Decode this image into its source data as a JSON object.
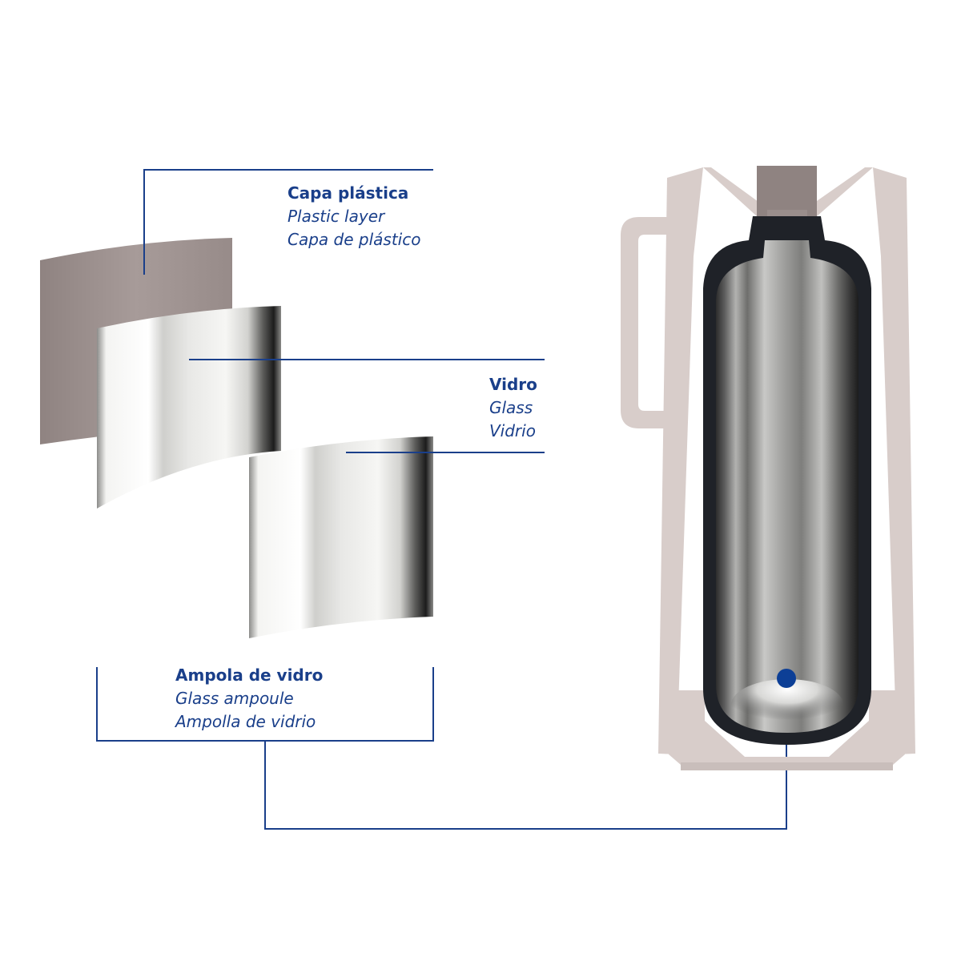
{
  "colors": {
    "label_text": "#1a3f8a",
    "leader_line": "#1a3f8a",
    "plastic": "#a49896",
    "plastic_light": "#d8cdca",
    "marker_dot": "#0d3f96"
  },
  "labels": {
    "plastic": {
      "title": "Capa plástica",
      "en": "Plastic layer",
      "es": "Capa de plástico"
    },
    "glass": {
      "title": "Vidro",
      "en": "Glass",
      "es": "Vidrio"
    },
    "ampoule": {
      "title": "Ampola de vidro",
      "en": "Glass ampoule",
      "es": "Ampolla de vidrio"
    }
  }
}
